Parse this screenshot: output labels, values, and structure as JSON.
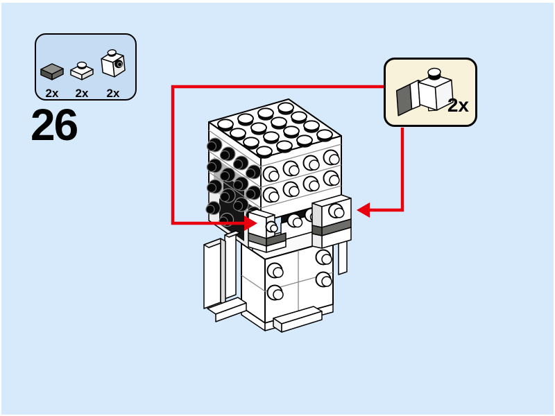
{
  "page": {
    "background": "#d7eafb",
    "margin_color": "#ffffff"
  },
  "step": {
    "number": "26"
  },
  "parts_box": {
    "background": "#c6dcf2",
    "parts": [
      {
        "id": "tile-1x1-dark-gray",
        "color": "#6d6d6a",
        "count_label": "2x"
      },
      {
        "id": "plate-1x1-white",
        "color": "#ffffff",
        "count_label": "2x"
      },
      {
        "id": "brick-1x1-headlight-white",
        "color": "#ffffff",
        "count_label": "2x"
      }
    ]
  },
  "callout": {
    "background": "#f8f2da",
    "count_label": "2x",
    "assembly_id": "subassembly-headlight-brick-white-plate-dark-tile"
  },
  "connectors": {
    "color": "#e8000f"
  },
  "model": {
    "id": "brickheadz-figure-build-state"
  }
}
